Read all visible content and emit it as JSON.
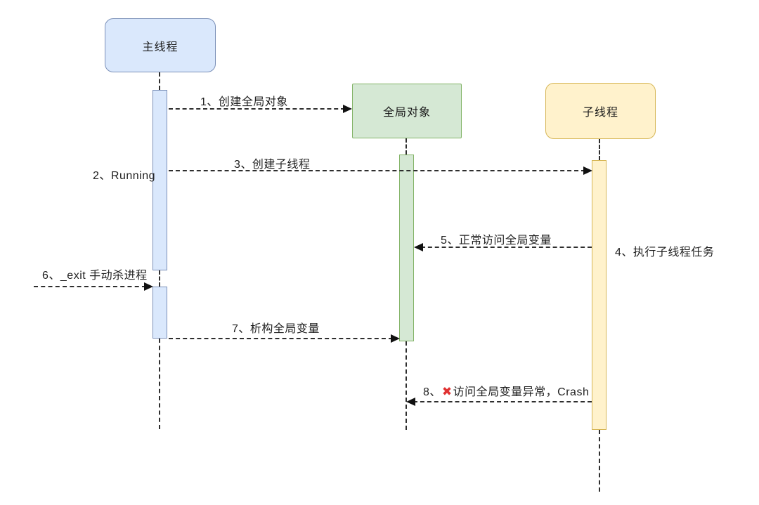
{
  "diagram_type": "sequence-diagram",
  "actors": [
    {
      "id": "main-thread",
      "label": "主线程",
      "fill": "#dae8fc",
      "border": "#7b90b8",
      "shape": "rounded"
    },
    {
      "id": "global-object",
      "label": "全局对象",
      "fill": "#d5e8d4",
      "border": "#82b366",
      "shape": "rectangle"
    },
    {
      "id": "child-thread",
      "label": "子线程",
      "fill": "#fff2cc",
      "border": "#d6b656",
      "shape": "rounded"
    }
  ],
  "messages": [
    {
      "seq": "1",
      "label": "1、创建全局对象",
      "from": "main-thread",
      "to": "global-object",
      "direction": "right"
    },
    {
      "seq": "2",
      "label": "2、Running",
      "from": "main-thread",
      "to": "",
      "direction": "none"
    },
    {
      "seq": "3",
      "label": "3、创建子线程",
      "from": "main-thread",
      "to": "child-thread",
      "direction": "right"
    },
    {
      "seq": "4",
      "label": "4、执行子线程任务",
      "from": "child-thread",
      "to": "",
      "direction": "none"
    },
    {
      "seq": "5",
      "label": "5、正常访问全局变量",
      "from": "child-thread",
      "to": "global-object",
      "direction": "left"
    },
    {
      "seq": "6",
      "label": "6、_exit 手动杀进程",
      "from": "external",
      "to": "main-thread",
      "direction": "right"
    },
    {
      "seq": "7",
      "label": "7、析构全局变量",
      "from": "main-thread",
      "to": "global-object",
      "direction": "right"
    },
    {
      "seq": "8",
      "prefix": "8、",
      "icon": "✖",
      "suffix": "访问全局变量异常，Crash",
      "from": "child-thread",
      "to": "global-object",
      "direction": "left"
    }
  ],
  "colors": {
    "background": "#ffffff",
    "line": "#2e2e2e",
    "text": "#1f1f1f",
    "crash_icon": "#e03131"
  }
}
